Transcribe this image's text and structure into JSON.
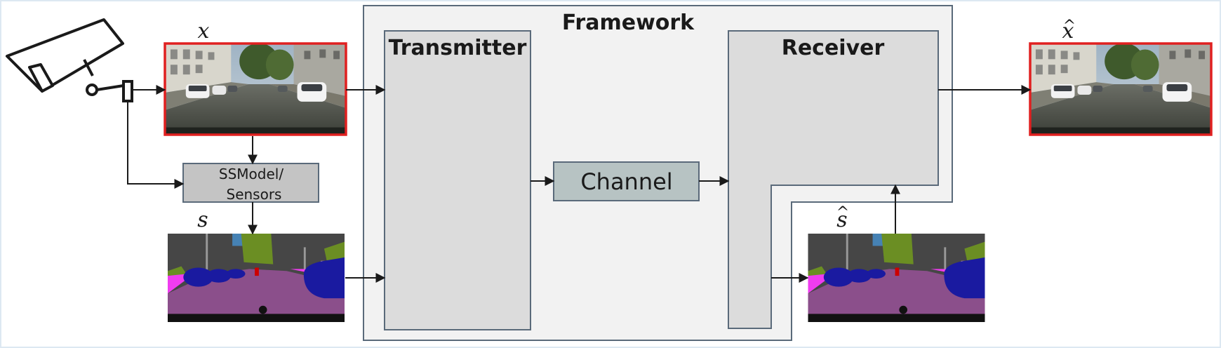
{
  "framework": {
    "title": "Framework"
  },
  "transmitter": {
    "title": "Transmitter"
  },
  "receiver": {
    "title": "Receiver"
  },
  "channel": {
    "label": "Channel"
  },
  "ssmodel": {
    "line1": "SSModel/",
    "line2": "Sensors"
  },
  "variables": {
    "image": "x",
    "image_hat": "x",
    "semantic": "s",
    "semantic_hat": "s",
    "hat_mark": "^"
  },
  "colors": {
    "image_border": "#e02020",
    "framework_fill": "#f2f2f2",
    "block_fill": "#dcdcdc",
    "channel_fill": "#b7c3c3",
    "ssmodel_fill": "#c4c4c4",
    "seg_road": "#8b4f8b",
    "seg_car": "#1a1aa0",
    "seg_veg": "#6b8e23",
    "seg_sidewalk": "#f03cf0",
    "seg_building": "#464646",
    "seg_sky": "#4682b4"
  },
  "icons": {
    "camera": "surveillance-camera-icon"
  }
}
